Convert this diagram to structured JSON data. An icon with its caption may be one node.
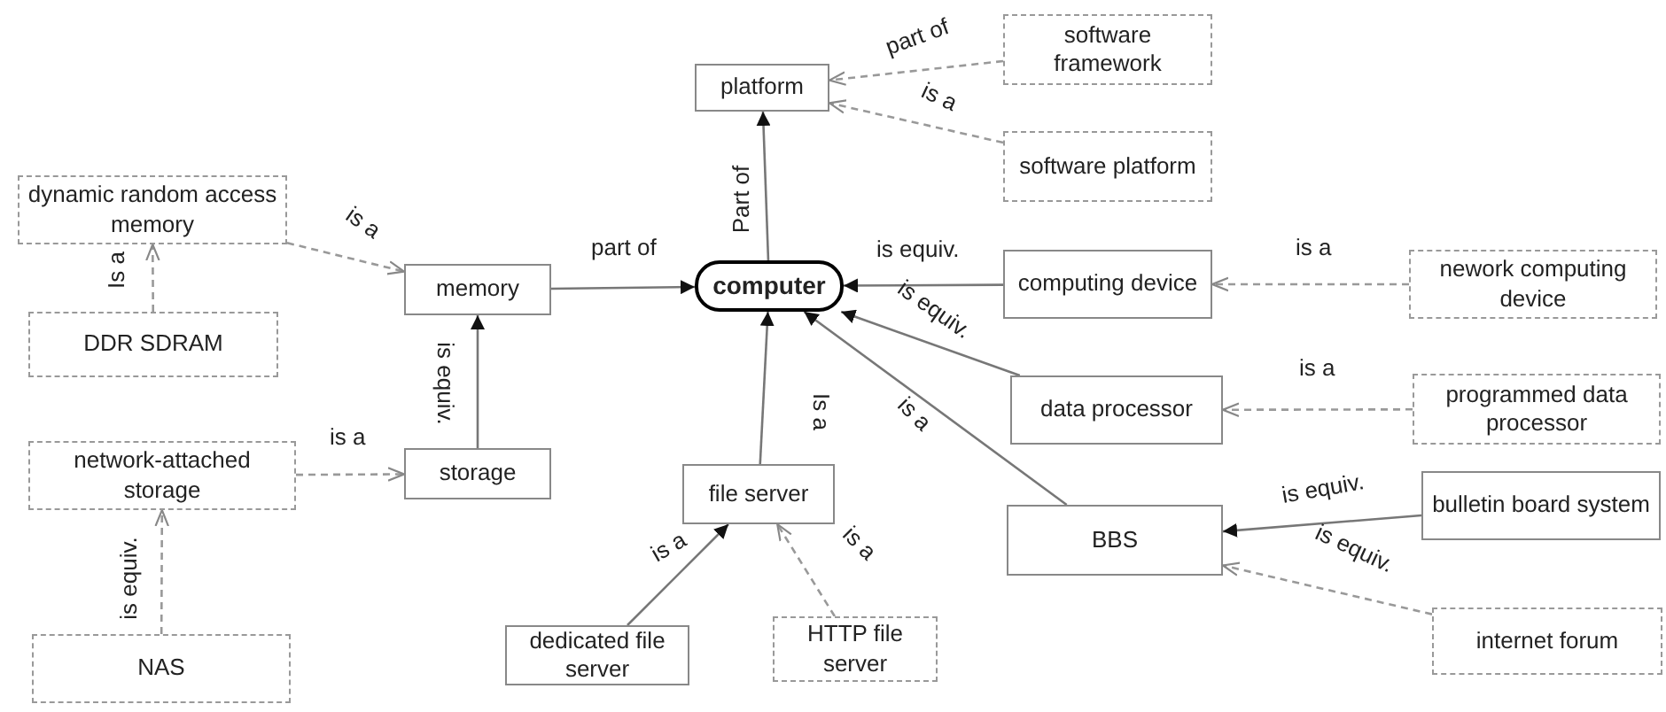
{
  "diagram": {
    "nodes": [
      {
        "text": [
          "platform"
        ]
      },
      {
        "text": [
          "software framework"
        ]
      },
      {
        "text": [
          "software platform"
        ]
      },
      {
        "text": [
          "dynamic random access memory"
        ]
      },
      {
        "text": [
          "memory"
        ]
      },
      {
        "text": [
          "computer"
        ]
      },
      {
        "text": [
          "computing device"
        ]
      },
      {
        "text": [
          "nework computing device"
        ]
      },
      {
        "text": [
          "DDR SDRAM"
        ]
      },
      {
        "text": [
          "data processor"
        ]
      },
      {
        "text": [
          "programmed data processor"
        ]
      },
      {
        "text": [
          "network-attached storage"
        ]
      },
      {
        "text": [
          "storage"
        ]
      },
      {
        "text": [
          "file server"
        ]
      },
      {
        "text": [
          "BBS"
        ]
      },
      {
        "text": [
          "bulletin board system"
        ]
      },
      {
        "text": [
          "NAS"
        ]
      },
      {
        "text": [
          "dedicated file server"
        ]
      },
      {
        "text": [
          "HTTP file server"
        ]
      },
      {
        "text": [
          "internet forum"
        ]
      }
    ],
    "edges": [
      {
        "from": 5,
        "to": 0,
        "arrow": "to",
        "label": "Part of"
      },
      {
        "from": 1,
        "to": 0,
        "arrow": "to",
        "label": "part of",
        "style": "dashed"
      },
      {
        "from": 2,
        "to": 0,
        "arrow": "to",
        "label": "is a",
        "style": "dashed"
      },
      {
        "from": 3,
        "to": 4,
        "arrow": "to",
        "label": "is a",
        "style": "dashed"
      },
      {
        "from": 4,
        "to": 5,
        "arrow": "to",
        "label": "part of"
      },
      {
        "from": 6,
        "to": 5,
        "arrow": "to",
        "label": "is equiv."
      },
      {
        "from": 9,
        "to": 5,
        "arrow": "to",
        "label": "is equiv."
      },
      {
        "from": 14,
        "to": 5,
        "arrow": "to",
        "label": "is a"
      },
      {
        "from": 13,
        "to": 5,
        "arrow": "to",
        "label": "Is a"
      },
      {
        "from": 8,
        "to": 3,
        "arrow": "to",
        "label": "Is a",
        "style": "dashed"
      },
      {
        "from": 12,
        "to": 4,
        "arrow": "to",
        "label": "is equiv."
      },
      {
        "from": 11,
        "to": 12,
        "arrow": "to",
        "label": "is a",
        "style": "dashed"
      },
      {
        "from": 16,
        "to": 11,
        "arrow": "to",
        "label": "is equiv.",
        "style": "dashed"
      },
      {
        "from": 7,
        "to": 6,
        "arrow": "to",
        "label": "is a",
        "style": "dashed"
      },
      {
        "from": 10,
        "to": 9,
        "arrow": "to",
        "label": "is a",
        "style": "dashed"
      },
      {
        "from": 15,
        "to": 14,
        "arrow": "to",
        "label": "is equiv."
      },
      {
        "from": 19,
        "to": 14,
        "arrow": "to",
        "label": "is equiv.",
        "style": "dashed"
      },
      {
        "from": 17,
        "to": 13,
        "arrow": "to",
        "label": "is a"
      },
      {
        "from": 18,
        "to": 13,
        "arrow": "to",
        "label": "is a",
        "style": "dashed"
      }
    ]
  }
}
